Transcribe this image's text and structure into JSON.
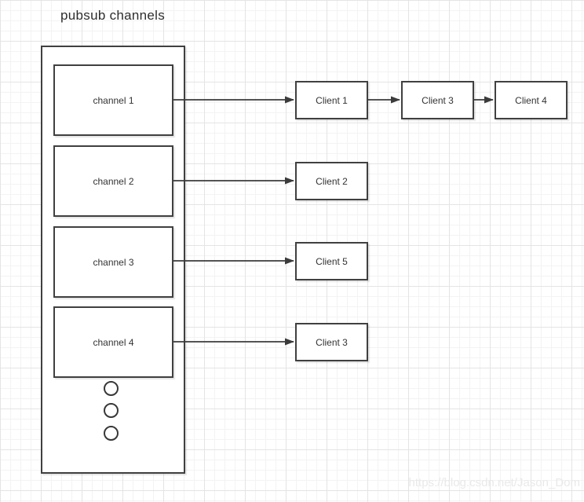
{
  "title": "pubsub channels",
  "watermark": "https://blog.csdn.net/Jason_Dom",
  "channels": [
    {
      "label": "channel 1"
    },
    {
      "label": "channel 2"
    },
    {
      "label": "channel 3"
    },
    {
      "label": "channel 4"
    }
  ],
  "clients": [
    {
      "label": "Client 1"
    },
    {
      "label": "Client 3"
    },
    {
      "label": "Client 4"
    },
    {
      "label": "Client 2"
    },
    {
      "label": "Client 5"
    },
    {
      "label": "Client 3"
    }
  ],
  "ellipsis_dots": 3,
  "edges": [
    {
      "from": "channel 1",
      "to": "Client 1"
    },
    {
      "from": "Client 1",
      "to": "Client 3"
    },
    {
      "from": "Client 3",
      "to": "Client 4"
    },
    {
      "from": "channel 2",
      "to": "Client 2"
    },
    {
      "from": "channel 3",
      "to": "Client 5"
    },
    {
      "from": "channel 4",
      "to": "Client 3"
    }
  ],
  "colors": {
    "box_border": "#404040",
    "edge_stroke": "#3b3b3b",
    "text": "#333333",
    "grid_minor": "#f3f3f3",
    "grid_major": "#e4e4e4",
    "watermark": "#e9e9e9"
  }
}
